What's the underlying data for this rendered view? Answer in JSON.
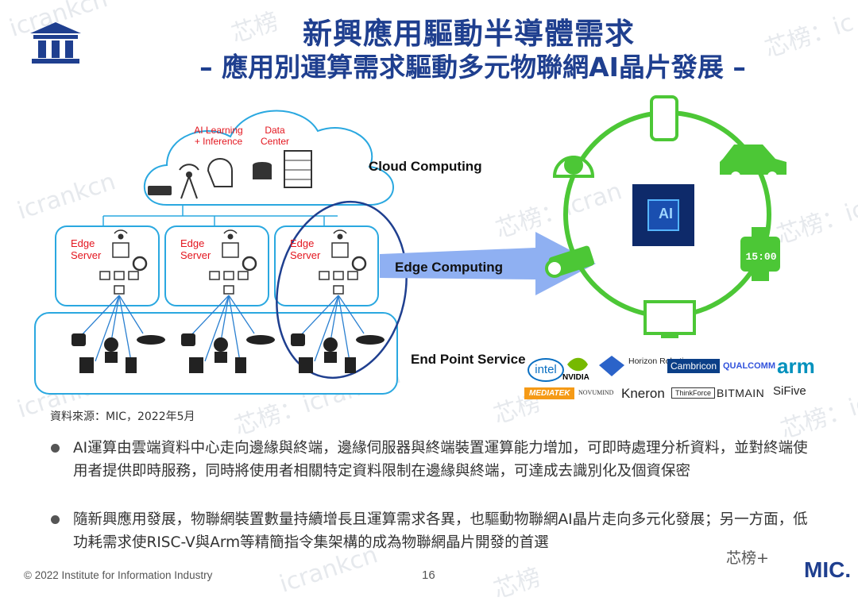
{
  "header": {
    "title": "新興應用驅動半導體需求",
    "subtitle": "– 應用別運算需求驅動多元物聯網AI晶片發展 –"
  },
  "diagram": {
    "cloud": {
      "ai_label": "AI Learning\n+ Inference",
      "dc_label": "Data\nCenter",
      "caption": "Cloud Computing"
    },
    "edge": {
      "server_label": "Edge\nServer",
      "caption": "Edge Computing"
    },
    "endpoint": {
      "caption": "End Point Service"
    },
    "center_chip": "AI",
    "watch_display": "15:00"
  },
  "logos": [
    "intel",
    "NVIDIA",
    "Horizon Robotics",
    "Cambricon",
    "QUALCOMM",
    "arm",
    "MEDIATEK",
    "NOVUMIND",
    "Kneron",
    "ThinkForce",
    "BITMAIN",
    "SiFive"
  ],
  "source": "資料來源：MIC，2022年5月",
  "bullets": [
    "AI運算由雲端資料中心走向邊緣與終端，邊緣伺服器與終端裝置運算能力增加，可即時處理分析資料，並對終端使用者提供即時服務，同時將使用者相關特定資料限制在邊緣與終端，可達成去識別化及個資保密",
    "隨新興應用發展，物聯網裝置數量持續增長且運算需求各異，也驅動物聯網AI晶片走向多元化發展；另一方面，低功耗需求使RISC-V與Arm等精簡指令集架構的成為物聯網晶片開發的首選"
  ],
  "footer": {
    "copyright": "© 2022 Institute for Information Industry",
    "page": "16",
    "brand": "MIC.",
    "wechat": "芯榜+"
  },
  "watermark": "芯榜：icrankcn",
  "colors": {
    "title": "#1f3f8f",
    "red_label": "#e3161f",
    "box_border": "#2aa8e0",
    "ring_green": "#4cc736",
    "arrow": "#8fb0f2"
  }
}
